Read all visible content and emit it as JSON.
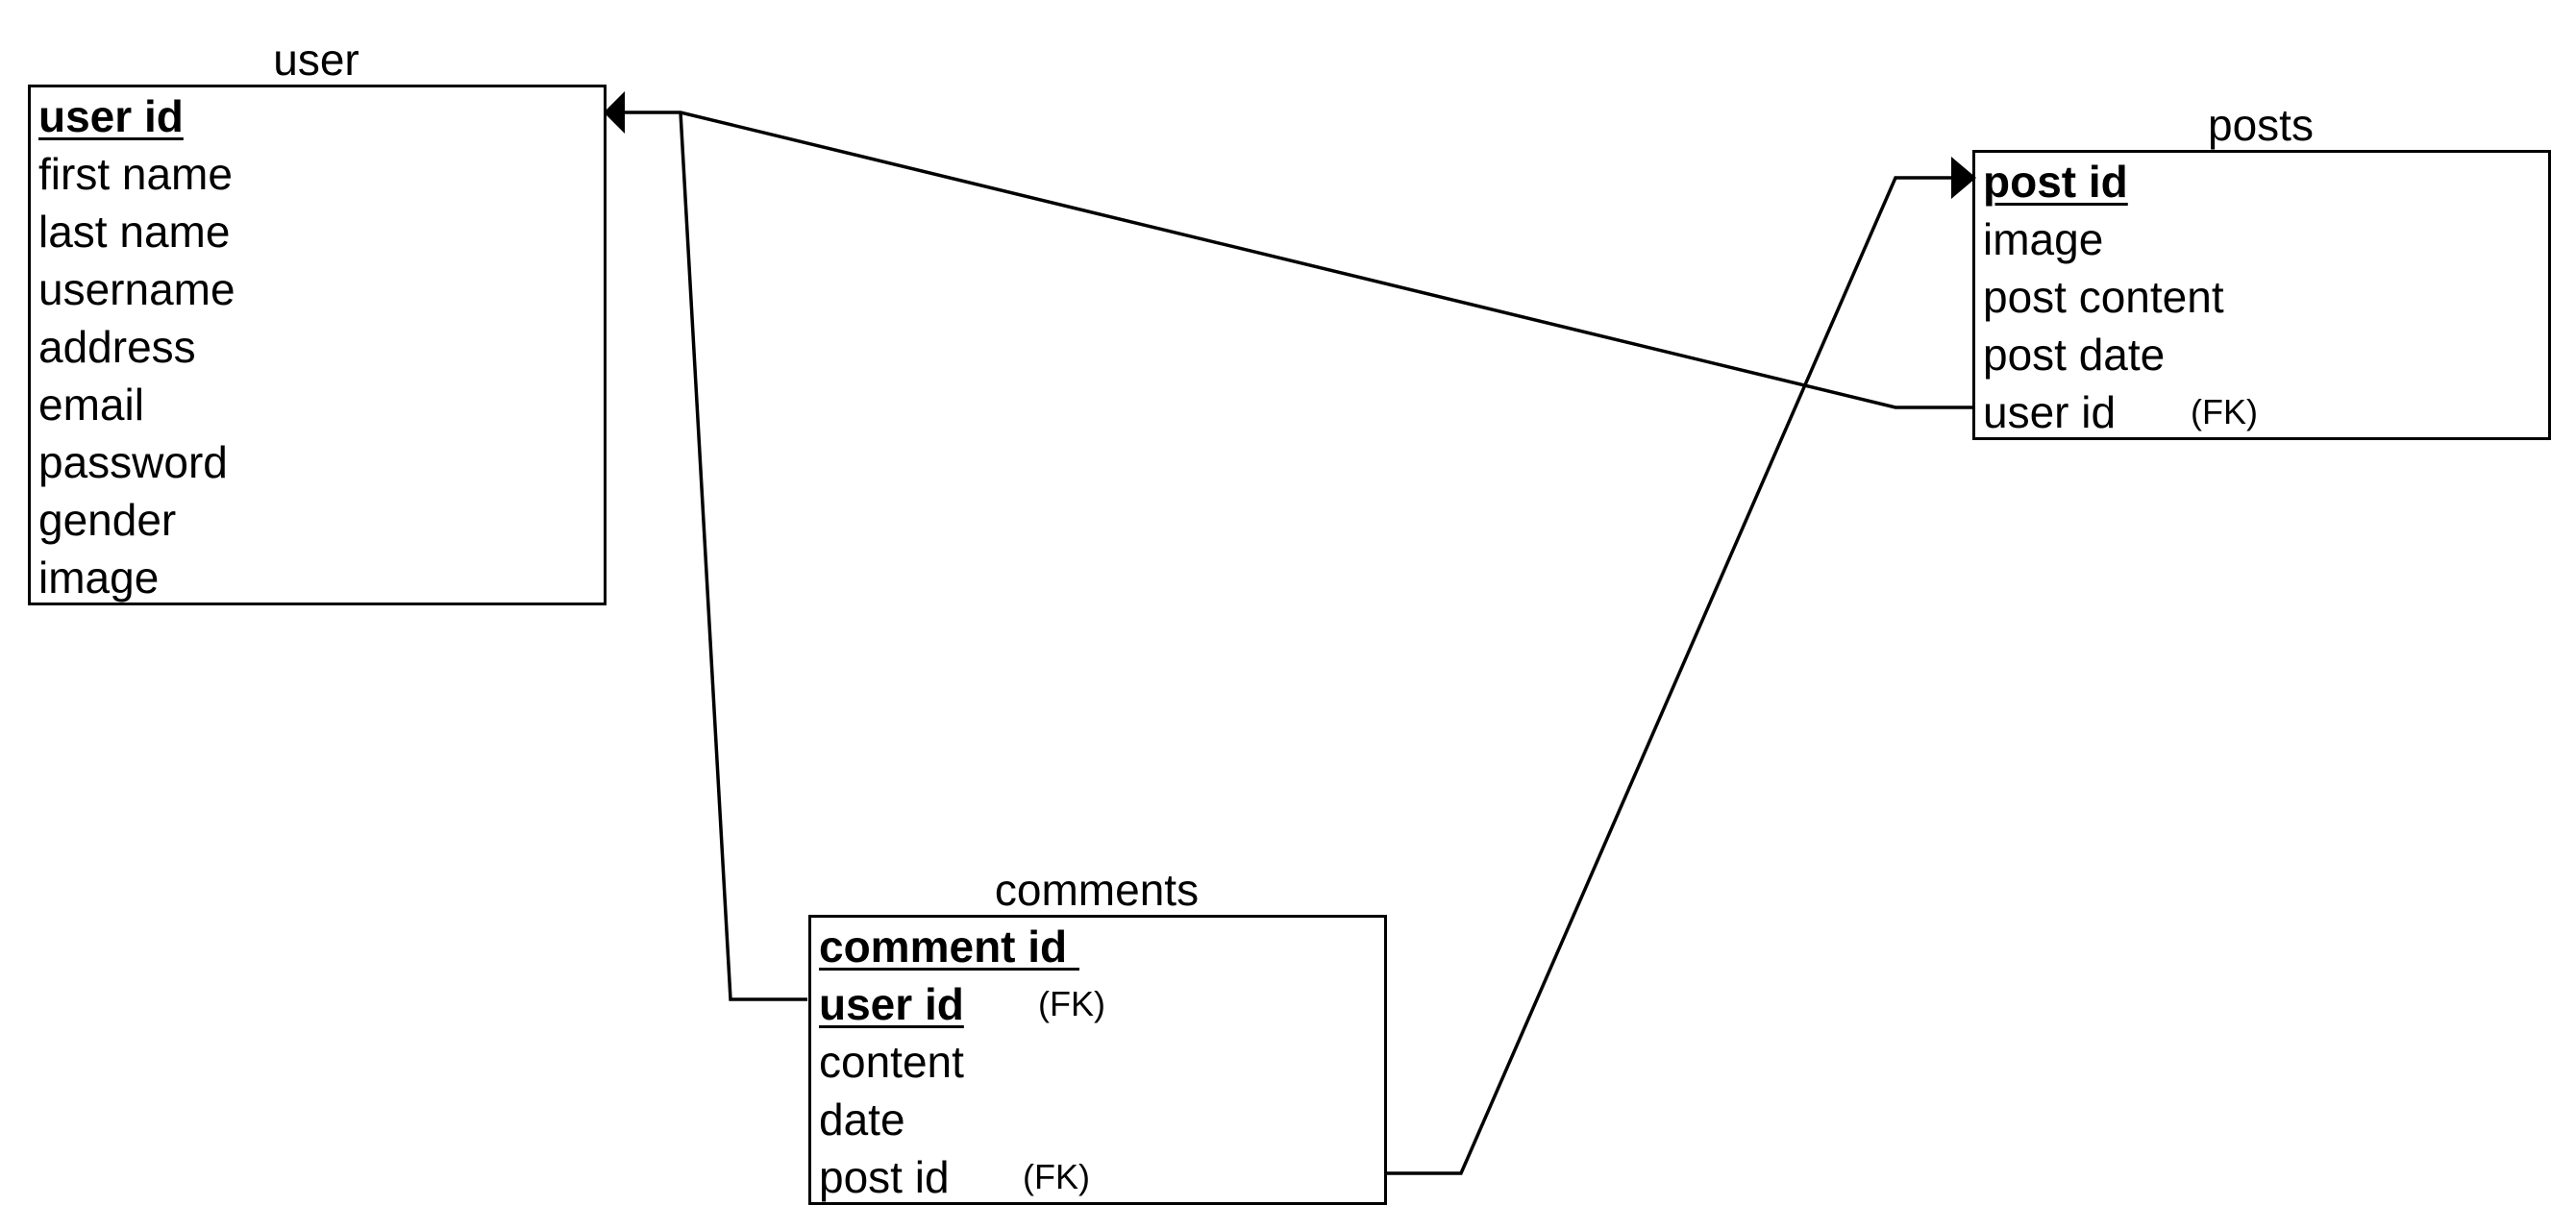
{
  "tables": {
    "user": {
      "title": "user",
      "fields": [
        {
          "name": "user id",
          "primary_key": true
        },
        {
          "name": "first name"
        },
        {
          "name": "last name"
        },
        {
          "name": "username"
        },
        {
          "name": "address"
        },
        {
          "name": "email"
        },
        {
          "name": "password"
        },
        {
          "name": "gender"
        },
        {
          "name": "image"
        }
      ]
    },
    "posts": {
      "title": "posts",
      "fields": [
        {
          "name": "post id",
          "primary_key": true
        },
        {
          "name": "image"
        },
        {
          "name": "post content"
        },
        {
          "name": "post date"
        },
        {
          "name": "user id",
          "fk_label": "(FK)"
        }
      ]
    },
    "comments": {
      "title": "comments",
      "fields": [
        {
          "name": "comment id ",
          "primary_key": true
        },
        {
          "name": "user id",
          "primary_key": true,
          "fk_label": "(FK)"
        },
        {
          "name": "content"
        },
        {
          "name": "date"
        },
        {
          "name": "post id",
          "fk_label": "(FK)"
        }
      ]
    }
  },
  "relationships": [
    {
      "from": "posts.user id",
      "to": "user.user id"
    },
    {
      "from": "comments.user id",
      "to": "user.user id"
    },
    {
      "from": "comments.post id",
      "to": "posts.post id"
    }
  ]
}
